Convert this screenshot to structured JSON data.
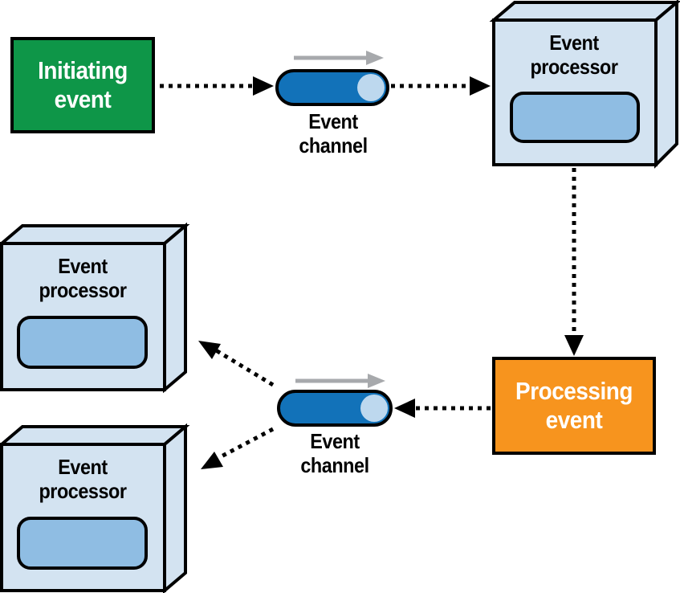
{
  "colors": {
    "green": "#0E9648",
    "orange": "#F7941E",
    "cyl-blue": "#1272B9",
    "cyl-light": "#BDD8EE",
    "face-blue": "#D3E3F1",
    "inner-blue": "#8FBDE3",
    "gray-arrow": "#A7A9AC",
    "line-black": "#000000"
  },
  "nodes": {
    "initiating_event": {
      "label": "Initiating event"
    },
    "event_channel_top": {
      "label": "Event channel"
    },
    "event_processor_main": {
      "label": "Event processor"
    },
    "processing_event": {
      "label": "Processing event"
    },
    "event_channel_bottom": {
      "label": "Event channel"
    },
    "event_processor_left_top": {
      "label": "Event processor"
    },
    "event_processor_left_bottom": {
      "label": "Event processor"
    }
  }
}
